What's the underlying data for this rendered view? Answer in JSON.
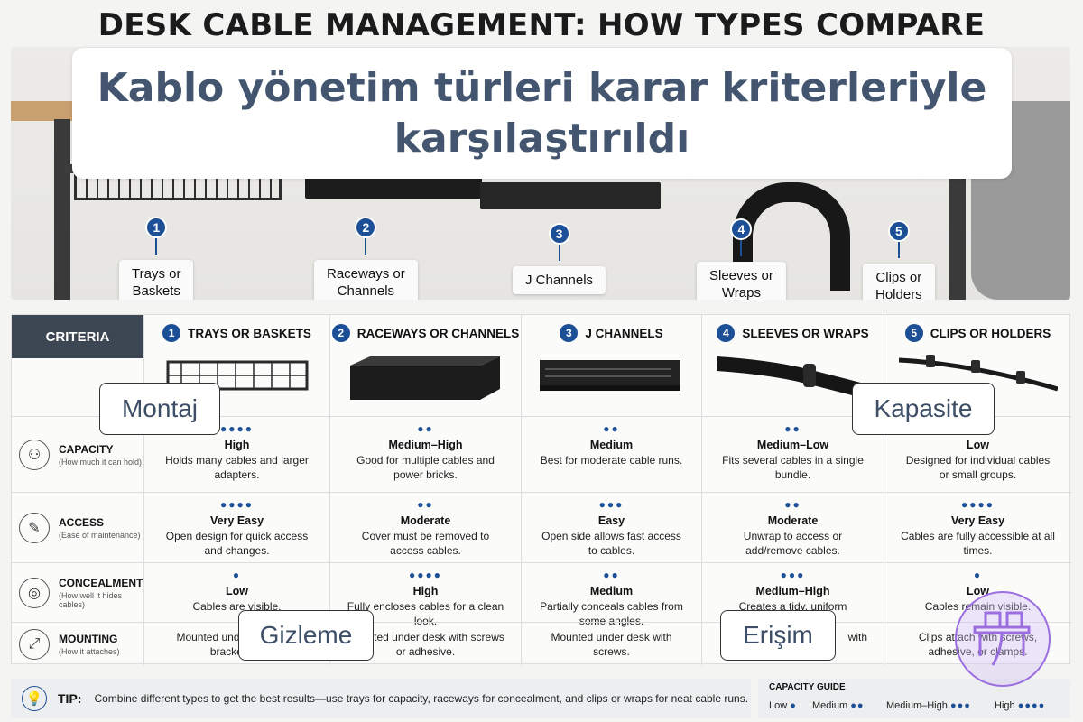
{
  "top_title": "DESK CABLE MANAGEMENT: HOW TYPES COMPARE",
  "headline": "Kablo yönetim türleri karar kriterleriyle karşılaştırıldı",
  "scene_steps": [
    {
      "num": "1",
      "label_l1": "Trays or",
      "label_l2": "Baskets"
    },
    {
      "num": "2",
      "label_l1": "Raceways or",
      "label_l2": "Channels"
    },
    {
      "num": "3",
      "label_l1": "J Channels",
      "label_l2": ""
    },
    {
      "num": "4",
      "label_l1": "Sleeves or",
      "label_l2": "Wraps"
    },
    {
      "num": "5",
      "label_l1": "Clips or",
      "label_l2": "Holders"
    }
  ],
  "table": {
    "criteria_header": "CRITERIA",
    "columns": [
      {
        "num": "1",
        "title": "TRAYS OR BASKETS"
      },
      {
        "num": "2",
        "title": "RACEWAYS OR CHANNELS"
      },
      {
        "num": "3",
        "title": "J CHANNELS"
      },
      {
        "num": "4",
        "title": "SLEEVES OR WRAPS"
      },
      {
        "num": "5",
        "title": "CLIPS OR HOLDERS"
      }
    ],
    "rows": [
      {
        "name": "CAPACITY",
        "sub": "(How much it can hold)",
        "icon": "circles-icon",
        "cells": [
          {
            "dots": "●●●●",
            "level": "High",
            "desc": "Holds many cables and larger adapters."
          },
          {
            "dots": "●●",
            "level": "Medium–High",
            "desc": "Good for multiple cables and power bricks."
          },
          {
            "dots": "●●",
            "level": "Medium",
            "desc": "Best for moderate cable runs."
          },
          {
            "dots": "●●",
            "level": "Medium–Low",
            "desc": "Fits several cables in a single bundle."
          },
          {
            "dots": "●",
            "level": "Low",
            "desc": "Designed for individual cables or small groups."
          }
        ]
      },
      {
        "name": "ACCESS",
        "sub": "(Ease of maintenance)",
        "icon": "wrench-icon",
        "cells": [
          {
            "dots": "●●●●",
            "level": "Very Easy",
            "desc": "Open design for quick access and changes."
          },
          {
            "dots": "●●",
            "level": "Moderate",
            "desc": "Cover must be removed to access cables."
          },
          {
            "dots": "●●●",
            "level": "Easy",
            "desc": "Open side allows fast access to cables."
          },
          {
            "dots": "●●",
            "level": "Moderate",
            "desc": "Unwrap to access or add/remove cables."
          },
          {
            "dots": "●●●●",
            "level": "Very Easy",
            "desc": "Cables are fully accessible at all times."
          }
        ]
      },
      {
        "name": "CONCEALMENT",
        "sub": "(How well it hides cables)",
        "icon": "eye-off-icon",
        "cells": [
          {
            "dots": "●",
            "level": "Low",
            "desc": "Cables are visible."
          },
          {
            "dots": "●●●●",
            "level": "High",
            "desc": "Fully encloses cables for a clean look."
          },
          {
            "dots": "●●",
            "level": "Medium",
            "desc": "Partially conceals cables from some angles."
          },
          {
            "dots": "●●●",
            "level": "Medium–High",
            "desc": "Creates a tidy, uniform"
          },
          {
            "dots": "●",
            "level": "Low",
            "desc": "Cables remain visible."
          }
        ]
      },
      {
        "name": "MOUNTING",
        "sub": "(How it attaches)",
        "icon": "mount-icon",
        "cells": [
          {
            "dots": "",
            "level": "",
            "desc": "Mounted under desk with brackets or"
          },
          {
            "dots": "",
            "level": "",
            "desc": "Mounted under desk with screws or adhesive."
          },
          {
            "dots": "",
            "level": "",
            "desc": "Mounted under desk with screws."
          },
          {
            "dots": "",
            "level": "",
            "desc": "with"
          },
          {
            "dots": "",
            "level": "",
            "desc": "Clips attach with screws, adhesive, or clamps."
          }
        ]
      }
    ]
  },
  "tags": {
    "montaj": "Montaj",
    "kapasite": "Kapasite",
    "gizleme": "Gizleme",
    "erisim": "Erişim"
  },
  "tip": {
    "label": "TIP:",
    "text": "Combine different types to get the best results—use trays for capacity, raceways for concealment, and clips or wraps for neat cable runs."
  },
  "guide": {
    "title": "CAPACITY GUIDE",
    "items": [
      {
        "label": "Low",
        "dots": "●"
      },
      {
        "label": "Medium",
        "dots": "●●"
      },
      {
        "label": "Medium–High",
        "dots": "●●●"
      },
      {
        "label": "High",
        "dots": "●●●●"
      }
    ]
  },
  "colors": {
    "accent": "#1d4f96",
    "headline": "#44566f",
    "criteria_header_bg": "#3d4653"
  }
}
